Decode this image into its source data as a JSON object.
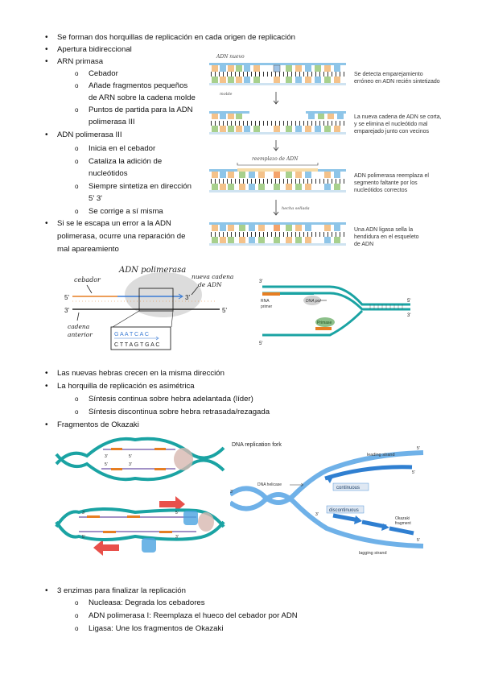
{
  "section1": {
    "b1": "Se forman dos horquillas de replicación en cada origen de replicación",
    "b2": "Apertura bidireccional",
    "b3": "ARN primasa",
    "b3_sub": [
      "Cebador",
      "Añade fragmentos pequeños",
      "de ARN sobre la cadena molde",
      "Puntos de partida para la ADN",
      "polimerasa III"
    ],
    "b4": "ADN polimerasa III",
    "b4_sub": [
      "Inicia en el cebador",
      "Cataliza la adición de",
      "nucleótidos",
      "Siempre sintetiza en dirección",
      "5' 3'",
      "Se corrige a sí misma"
    ],
    "b5": [
      "Si se le escapa un error a la ADN",
      "polimerasa, ocurre una reparación de",
      "mal apareamiento"
    ]
  },
  "diagram_top": {
    "label_adn_nuevo": "ADN nuevo",
    "label_molde": "molde",
    "label_reemplazo": "reemplazo de ADN",
    "label_hecha_sellada": "hecha sellada",
    "step1": [
      "Se detecta emparejamiento",
      "erróneo en ADN recién sintetizado"
    ],
    "step2": [
      "La nueva cadena de ADN se corta,",
      "y se elimina el nucleótido mal",
      "emparejado junto con vecinos"
    ],
    "step3": [
      "ADN polimerasa reemplaza el",
      "segmento faltante por los",
      "nucleótidos correctos"
    ],
    "step4": [
      "Una ADN ligasa sella la",
      "hendidura en el esqueleto",
      "de ADN"
    ]
  },
  "diagram_polymerase": {
    "title": "ADN polimerasa",
    "cebador": "cebador",
    "nueva_cadena": [
      "nueva cadena",
      "de ADN"
    ],
    "cadena_anterior": [
      "cadena",
      "anterior"
    ],
    "seq_top": "G A A T C A C",
    "seq_bottom": "C T T A G T G A C",
    "p5a": "5'",
    "p3a": "3'",
    "p3b": "3'",
    "p5b": "5'"
  },
  "diagram_fork": {
    "p3_top": "3'",
    "p5_right": "5'",
    "p3_right": "3'",
    "p5_bottom": "5'",
    "rna_primer": [
      "RNA",
      "primer"
    ],
    "dna_pol": "DNA pol",
    "primase": "Primase"
  },
  "section2": {
    "b1": "Las nuevas hebras crecen en la misma dirección",
    "b2": "La horquilla de replicación es asimétrica",
    "b2_sub": [
      "Síntesis continua sobre hebra adelantada (líder)",
      "Síntesis discontinua sobre hebra retrasada/rezagada"
    ],
    "b3": "Fragmentos de Okazaki"
  },
  "diagram_okazaki_right": {
    "title": "DNA replication fork",
    "leading": "leading strand",
    "lagging": "lagging strand",
    "helicase": "DNA helicase",
    "continuous": "continuous",
    "discontinuous": "discontinuous",
    "okazaki": [
      "Okazaki",
      "fragment"
    ],
    "p5a": "5'",
    "p3a": "3'",
    "p3b": "3'",
    "p5b": "5'",
    "p5c": "5'"
  },
  "diagram_bubble": {
    "p3a": "3'",
    "p5a": "5'",
    "p5b": "5'",
    "p3b": "3'",
    "p3c": "3'",
    "p5c": "5'",
    "p5d": "5'",
    "p3d": "3'"
  },
  "section3": {
    "b1": "3 enzimas para finalizar la replicación",
    "sub": [
      "Nucleasa: Degrada los cebadores",
      "ADN polimerasa I: Reemplaza el hueco del cebador por ADN",
      "Ligasa: Une los fragmentos de Okazaki"
    ]
  },
  "colors": {
    "teal": "#1aa3a3",
    "orange": "#e67e22",
    "blue_light": "#8ec5e8",
    "green_light": "#a8d08d",
    "purple": "#6a4fa3",
    "red_arrow": "#e8504a",
    "fork_blue": "#2f7fd1"
  }
}
